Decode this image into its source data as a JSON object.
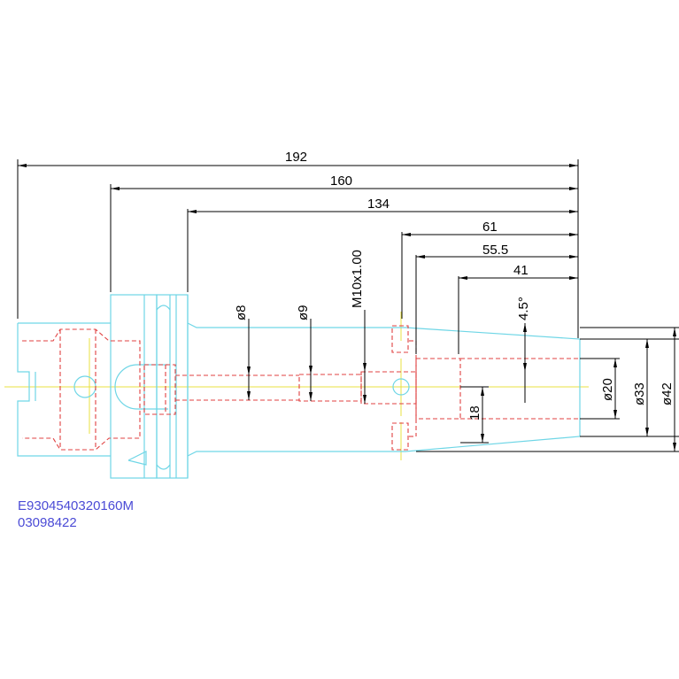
{
  "dimensions": {
    "total_length": "192",
    "length_160": "160",
    "length_134": "134",
    "length_61": "61",
    "length_55_5": "55.5",
    "length_41": "41",
    "taper_angle": "4.5°",
    "dia_8": "ø8",
    "dia_9": "ø9",
    "thread": "M10x1.00",
    "dia_20": "ø20",
    "dia_33": "ø33",
    "dia_42": "ø42",
    "depth_18": "18"
  },
  "part_code": {
    "line1": "E9304540320160M",
    "line2": "03098422"
  },
  "colors": {
    "body_outline": "#6fd6e6",
    "hidden_lines": "#e04040",
    "center_lines": "#e8e040",
    "dimension_lines": "#000000",
    "code_text": "#4b4bd6"
  }
}
